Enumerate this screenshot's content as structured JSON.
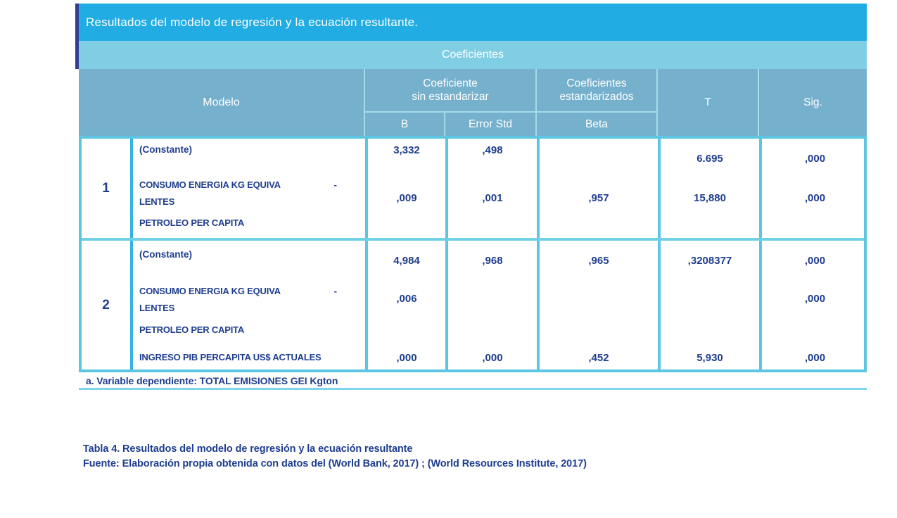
{
  "colors": {
    "title_bg": "#21ace3",
    "subtitle_bg": "#80cee4",
    "header_bg": "#75b0cd",
    "body_border": "#5cc6e2",
    "model_divider": "#6fd0e6",
    "number_divider": "#35b2e2",
    "text_navy": "#1e3d8f",
    "header_text": "#ffffff",
    "banner_sliver": "#323d92"
  },
  "table": {
    "title": "Resultados del modelo de regresión y la ecuación resultante.",
    "group_header": "Coeficientes",
    "headers": {
      "modelo": "Modelo",
      "unstd_line1": "Coeficiente",
      "unstd_line2": "sin estandarizar",
      "b": "B",
      "error_std": "Error Std",
      "std_line1": "Coeficientes",
      "std_line2": "estandarizados",
      "beta": "Beta",
      "t": "T",
      "sig": "Sig."
    },
    "models": [
      {
        "number": "1",
        "labels": {
          "constante": "(Constante)",
          "consumo_line1": "CONSUMO ENERGIA KG EQUIVA",
          "hyphen": "-",
          "consumo_line2": "LENTES",
          "petroleo": "PETROLEO PER CAPITA"
        },
        "values": {
          "row1": {
            "b": "3,332",
            "error": ",498",
            "beta": "",
            "t": "6.695",
            "sig": ",000"
          },
          "row2": {
            "b": ",009",
            "error": ",001",
            "beta": ",957",
            "t": "15,880",
            "sig": ",000"
          }
        }
      },
      {
        "number": "2",
        "labels": {
          "constante": "(Constante)",
          "consumo_line1": "CONSUMO ENERGIA KG EQUIVA",
          "hyphen": "-",
          "consumo_line2": "LENTES",
          "petroleo": "PETROLEO PER CAPITA",
          "ingreso": "INGRESO PIB PERCAPITA US$ ACTUALES"
        },
        "values": {
          "row1": {
            "b": "4,984",
            "error": ",968",
            "beta": ",965",
            "t": ",3208377",
            "sig": ",000"
          },
          "row2": {
            "b": ",006",
            "error": "",
            "beta": "",
            "t": "",
            "sig": ",000"
          },
          "row3": {
            "b": ",000",
            "error": ",000",
            "beta": ",452",
            "t": "5,930",
            "sig": ",000"
          }
        }
      }
    ],
    "footnote": "a. Variable dependiente: TOTAL EMISIONES GEI Kgton"
  },
  "caption": {
    "line1": "Tabla 4. Resultados del modelo de regresión y la ecuación resultante",
    "line2": "Fuente: Elaboración propia obtenida con datos del (World Bank, 2017) ; (World Resources Institute, 2017)"
  }
}
